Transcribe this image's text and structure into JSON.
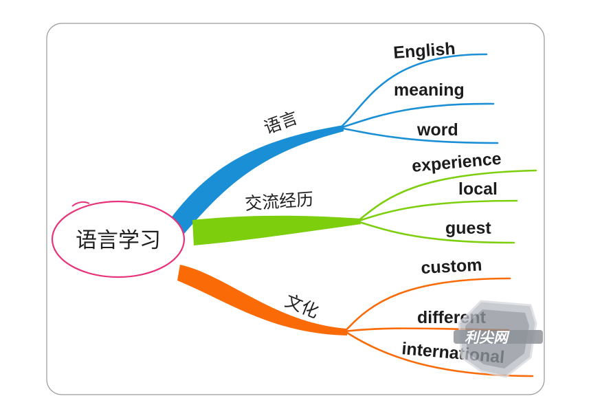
{
  "central": {
    "label": "语言学习",
    "color": "#e8327a"
  },
  "branches": [
    {
      "label": "语言",
      "color": "#1a8fd6",
      "leaves": [
        "English",
        "meaning",
        "word"
      ]
    },
    {
      "label": "交流经历",
      "color": "#7dcf0e",
      "leaves": [
        "experience",
        "local",
        "guest"
      ]
    },
    {
      "label": "文化",
      "color": "#fa6a07",
      "leaves": [
        "custom",
        "different",
        "international"
      ]
    }
  ],
  "watermark": {
    "text": "利尖网",
    "icon": "shield-badge-icon"
  }
}
